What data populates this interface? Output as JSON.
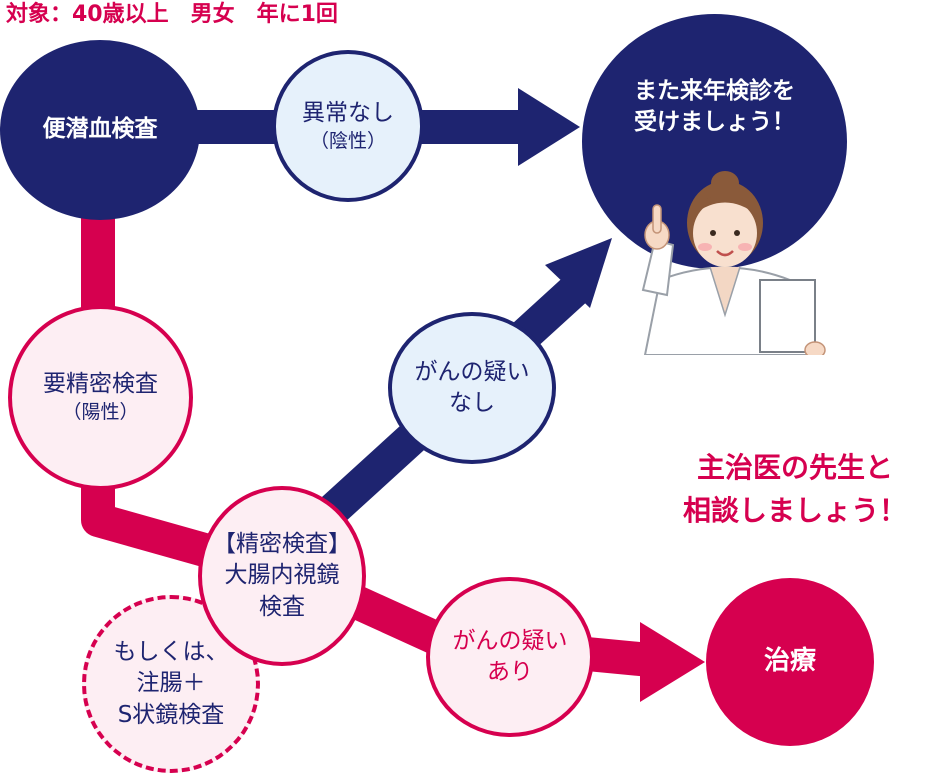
{
  "header": {
    "target_label": "対象：40歳以上　男女　年に1回"
  },
  "nodes": {
    "fecal_test": "便潜血検査",
    "no_abnormality": {
      "line1": "異常なし",
      "line2": "（陰性）"
    },
    "next_year": {
      "line1": "また来年検診を",
      "line2": "受けましょう！"
    },
    "detailed_required": {
      "line1": "要精密検査",
      "line2": "（陽性）"
    },
    "no_cancer_suspected": {
      "line1": "がんの疑い",
      "line2": "なし"
    },
    "detailed_exam": {
      "line1": "【精密検査】",
      "line2": "大腸内視鏡",
      "line3": "検査"
    },
    "alternative": {
      "line1": "もしくは、",
      "line2": "注腸＋",
      "line3": "S状鏡検査"
    },
    "cancer_suspected": {
      "line1": "がんの疑い",
      "line2": "あり"
    },
    "treatment": "治療"
  },
  "consult": {
    "line1": "主治医の先生と",
    "line2": "相談しましょう！"
  },
  "colors": {
    "navy": "#1e2470",
    "magenta": "#d6004f",
    "light_blue": "#e6f1fb",
    "light_pink": "#fdeef3"
  },
  "icons": {
    "doctor": "doctor-illustration"
  }
}
